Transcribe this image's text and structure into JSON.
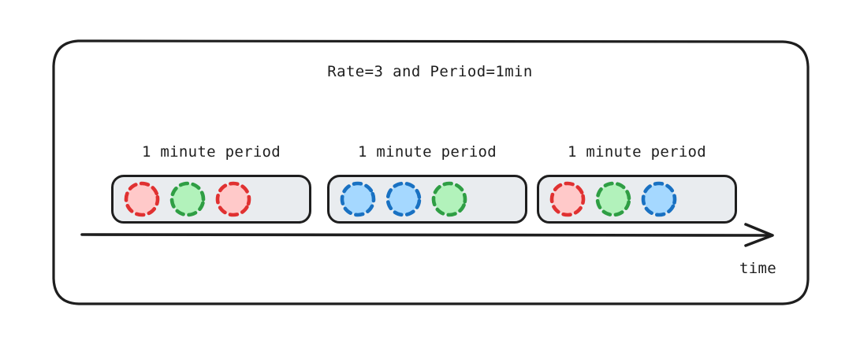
{
  "diagram": {
    "title": "Rate=3 and Period=1min",
    "axis": {
      "label": "time",
      "arrow_direction": "right"
    },
    "colors": {
      "red_fill": "#ffc9c9",
      "red_stroke": "#e03131",
      "green_fill": "#b2f2bb",
      "green_stroke": "#2f9e44",
      "blue_fill": "#a5d8ff",
      "blue_stroke": "#1971c2",
      "pill_fill": "#e9ecef",
      "pill_stroke": "#1e1e1e",
      "frame_stroke": "#1e1e1e",
      "background": "#ffffff"
    },
    "groups": [
      {
        "label": "1 minute period",
        "tokens": [
          "red",
          "green",
          "red"
        ]
      },
      {
        "label": "1 minute period",
        "tokens": [
          "blue",
          "blue",
          "green"
        ]
      },
      {
        "label": "1 minute period",
        "tokens": [
          "red",
          "green",
          "blue"
        ]
      }
    ]
  }
}
